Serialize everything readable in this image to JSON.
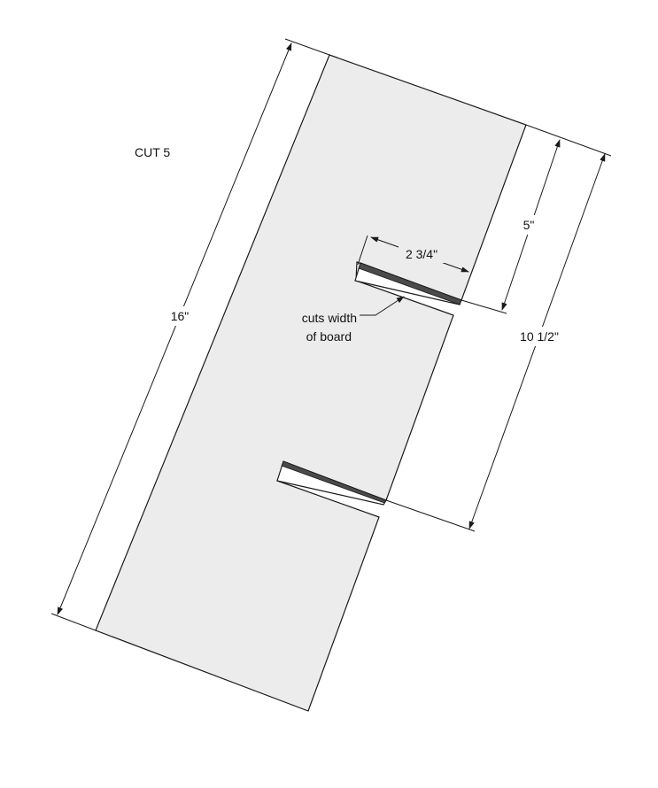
{
  "title": "CUT 5",
  "dimensions": {
    "length": "16\"",
    "slot_offset": "5\"",
    "slot_depth": "2 3/4\"",
    "slot_span": "10 1/2\""
  },
  "callout": {
    "line1": "cuts width",
    "line2": "of board"
  },
  "colors": {
    "board_fill": "#ececec",
    "outline": "#1a1a1a",
    "slot_edge": "#4a4a4a"
  }
}
